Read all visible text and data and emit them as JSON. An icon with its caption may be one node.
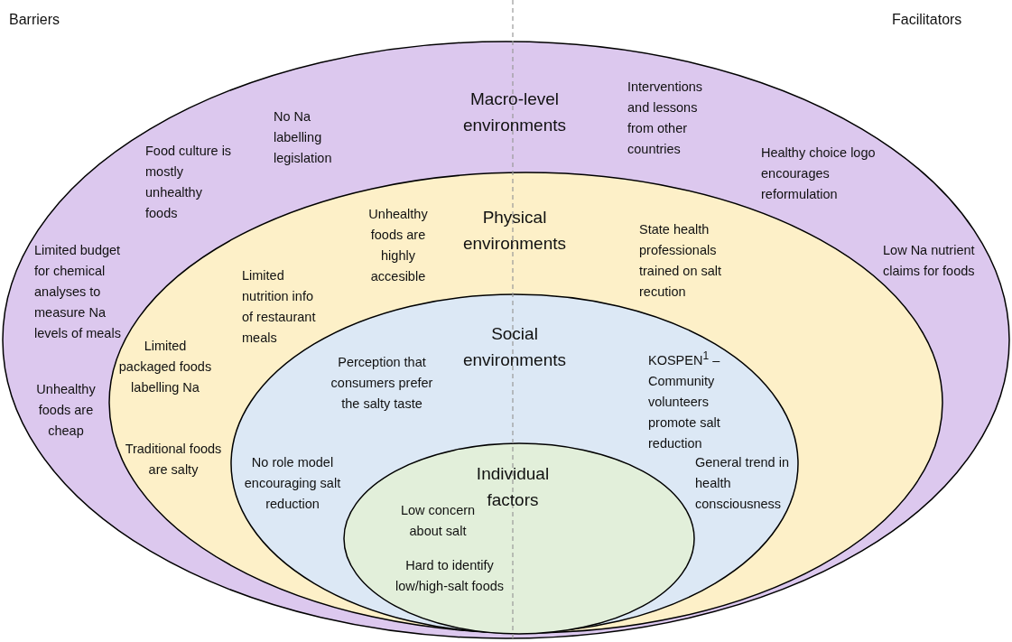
{
  "diagram": {
    "nodes": [
      {
        "text": [
          "Macro-level environments"
        ]
      },
      {
        "text": [
          "Physical environments"
        ],
        "in": 0
      },
      {
        "text": [
          "Social environments"
        ],
        "in": 1
      },
      {
        "text": [
          "Individual factors"
        ],
        "in": 2
      }
    ],
    "labels": [
      "Barriers",
      "Facilitators",
      "Interventions and lessons from other countries",
      "No Na labelling legislation",
      "Food culture is mostly unhealthy foods",
      "Healthy choice logo encourages reformulation",
      "Unhealthy foods are highly accesible",
      "State health professionals trained on salt recution",
      "Limited budget for chemical analyses to measure Na levels of meals",
      "Low Na nutrient claims for foods",
      "Limited nutrition info of restaurant meals",
      "Limited packaged foods labelling Na",
      "KOSPEN$^{1}$ – Community volunteers promote salt reduction",
      "Perception that consumers prefer the salty taste",
      "Unhealthy foods are cheap",
      "Traditional foods are salty",
      "No role model encouraging salt reduction",
      "General trend in health consciousness",
      "Low concern about salt",
      "Hard to identify low/high-salt foods"
    ]
  }
}
